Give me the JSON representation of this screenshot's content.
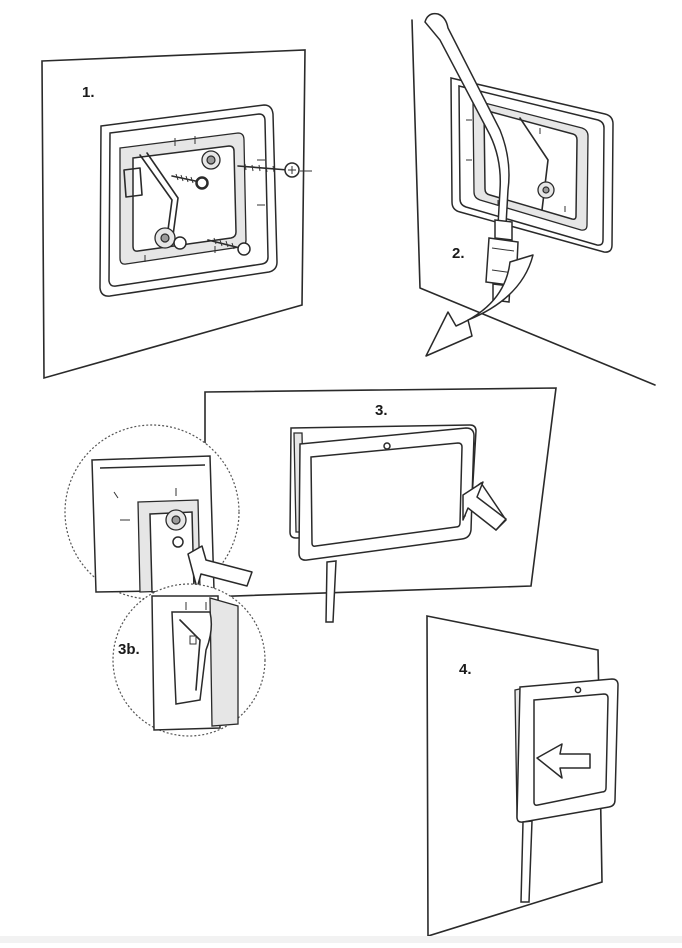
{
  "steps": [
    {
      "id": "1",
      "label": "1."
    },
    {
      "id": "2",
      "label": "2."
    },
    {
      "id": "3",
      "label": "3."
    },
    {
      "id": "3b",
      "label": "3b."
    },
    {
      "id": "4",
      "label": "4."
    }
  ]
}
